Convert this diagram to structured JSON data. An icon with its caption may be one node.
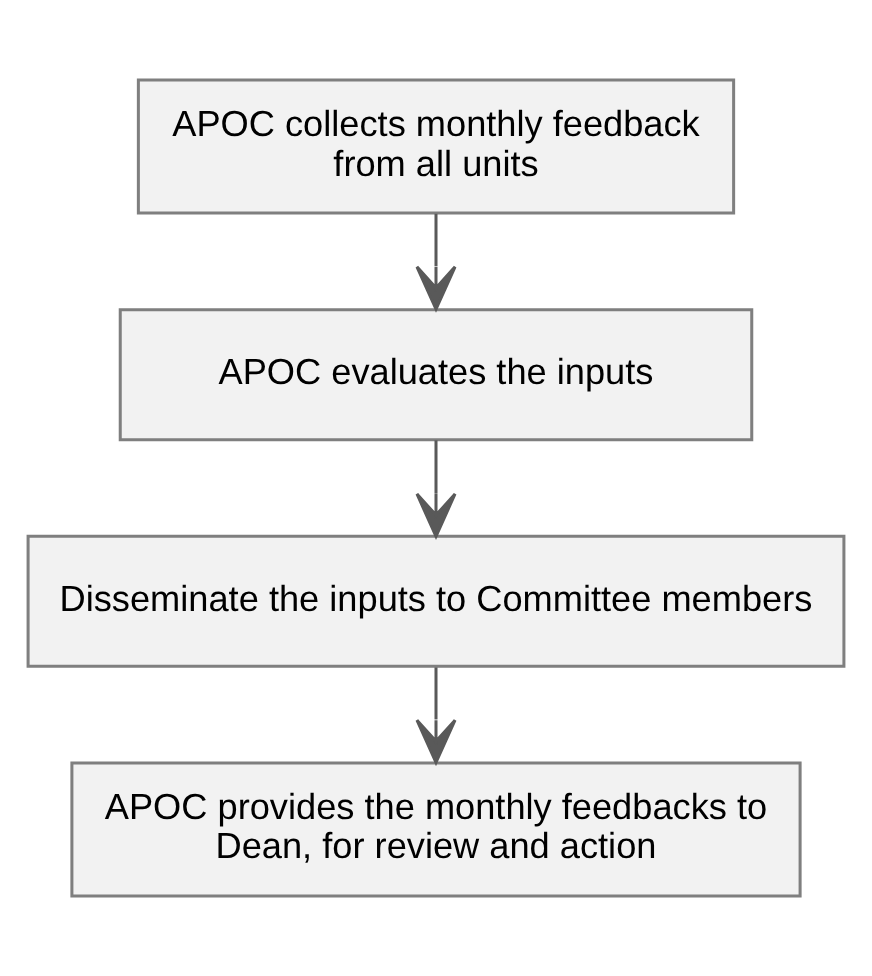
{
  "diagram": {
    "nodes": [
      {
        "text": [
          "APOC collects monthly feedback from all units"
        ]
      },
      {
        "text": [
          "APOC evaluates the inputs"
        ]
      },
      {
        "text": [
          "Disseminate the inputs to Committee members"
        ]
      },
      {
        "text": [
          "APOC provides the monthly feedbacks to Dean, for review and action"
        ]
      }
    ],
    "edges": [
      {
        "from": 0,
        "to": 1,
        "arrow": "to"
      },
      {
        "from": 1,
        "to": 2,
        "arrow": "to"
      },
      {
        "from": 2,
        "to": 3,
        "arrow": "to"
      }
    ]
  }
}
